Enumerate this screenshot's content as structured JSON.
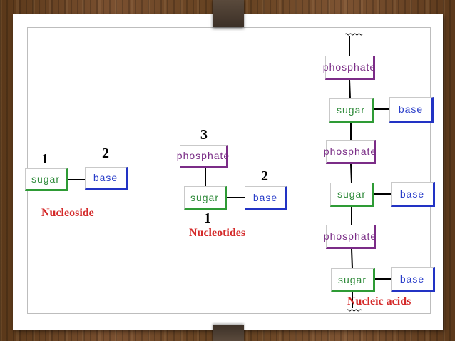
{
  "labels": {
    "sugar": "sugar",
    "base": "base",
    "phosphate": "phosphate"
  },
  "numbers": {
    "one": "1",
    "two": "2",
    "three": "3"
  },
  "captions": {
    "nucleoside": "Nucleoside",
    "nucleotides": "Nucleotides",
    "nucleic_acids": "Nucleic acids"
  },
  "colors": {
    "sugar": "#2e9b35",
    "base": "#2233c4",
    "phosphate": "#7b2c87",
    "caption": "#d42a2a"
  }
}
